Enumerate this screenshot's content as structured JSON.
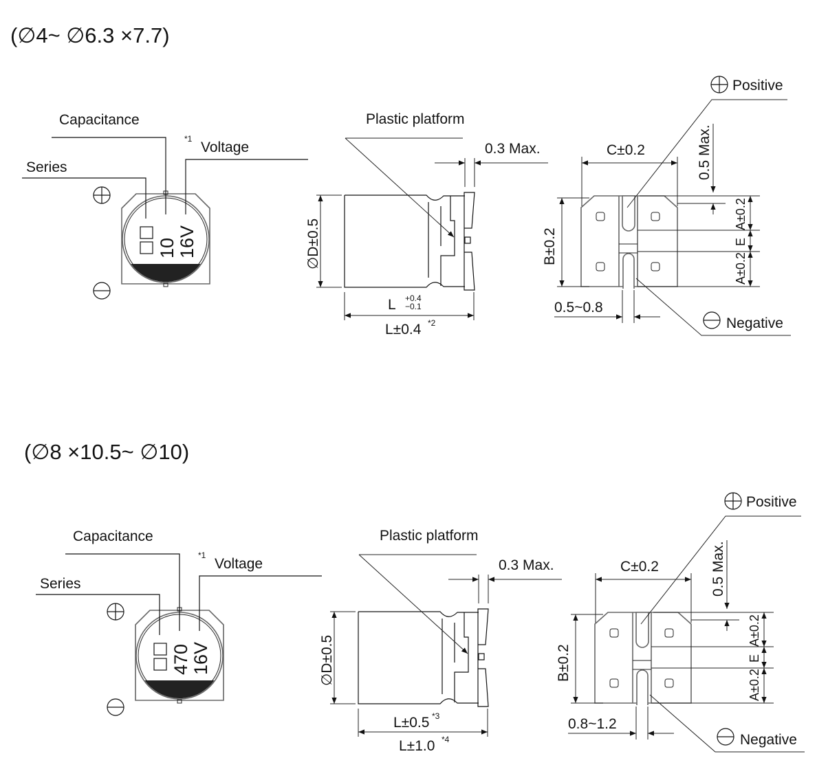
{
  "blocks": [
    {
      "title": "(∅4~ ∅6.3 ×7.7)",
      "capacitance_label": "Capacitance",
      "series_label": "Series",
      "voltage_note": "*1",
      "voltage_label": "Voltage",
      "cap_value": "10",
      "voltage_value": "16V",
      "plastic_platform_label": "Plastic platform",
      "max_03_label": "0.3 Max.",
      "diameter_label": "∅D±0.5",
      "l_inner": {
        "main": "L",
        "sup": "+0.4",
        "sub": "−0.1"
      },
      "l_outer": {
        "main": "L±0.4",
        "sup": "*2"
      },
      "c_label": "C±0.2",
      "max_05_label": "0.5 Max.",
      "b_label": "B±0.2",
      "a_top_label": "A±0.2",
      "e_label": "E",
      "a_bottom_label": "A±0.2",
      "lead_spacing_label": "0.5~0.8",
      "positive_label": "Positive",
      "negative_label": "Negative"
    },
    {
      "title": "(∅8 ×10.5~ ∅10)",
      "capacitance_label": "Capacitance",
      "series_label": "Series",
      "voltage_note": "*1",
      "voltage_label": "Voltage",
      "cap_value": "470",
      "voltage_value": "16V",
      "plastic_platform_label": "Plastic platform",
      "max_03_label": "0.3 Max.",
      "diameter_label": "∅D±0.5",
      "l_inner": {
        "main": "L±0.5",
        "sup": "*3"
      },
      "l_outer": {
        "main": "L±1.0",
        "sup": "*4"
      },
      "c_label": "C±0.2",
      "max_05_label": "0.5 Max.",
      "b_label": "B±0.2",
      "a_top_label": "A±0.2",
      "e_label": "E",
      "a_bottom_label": "A±0.2",
      "lead_spacing_label": "0.8~1.2",
      "positive_label": "Positive",
      "negative_label": "Negative"
    }
  ]
}
